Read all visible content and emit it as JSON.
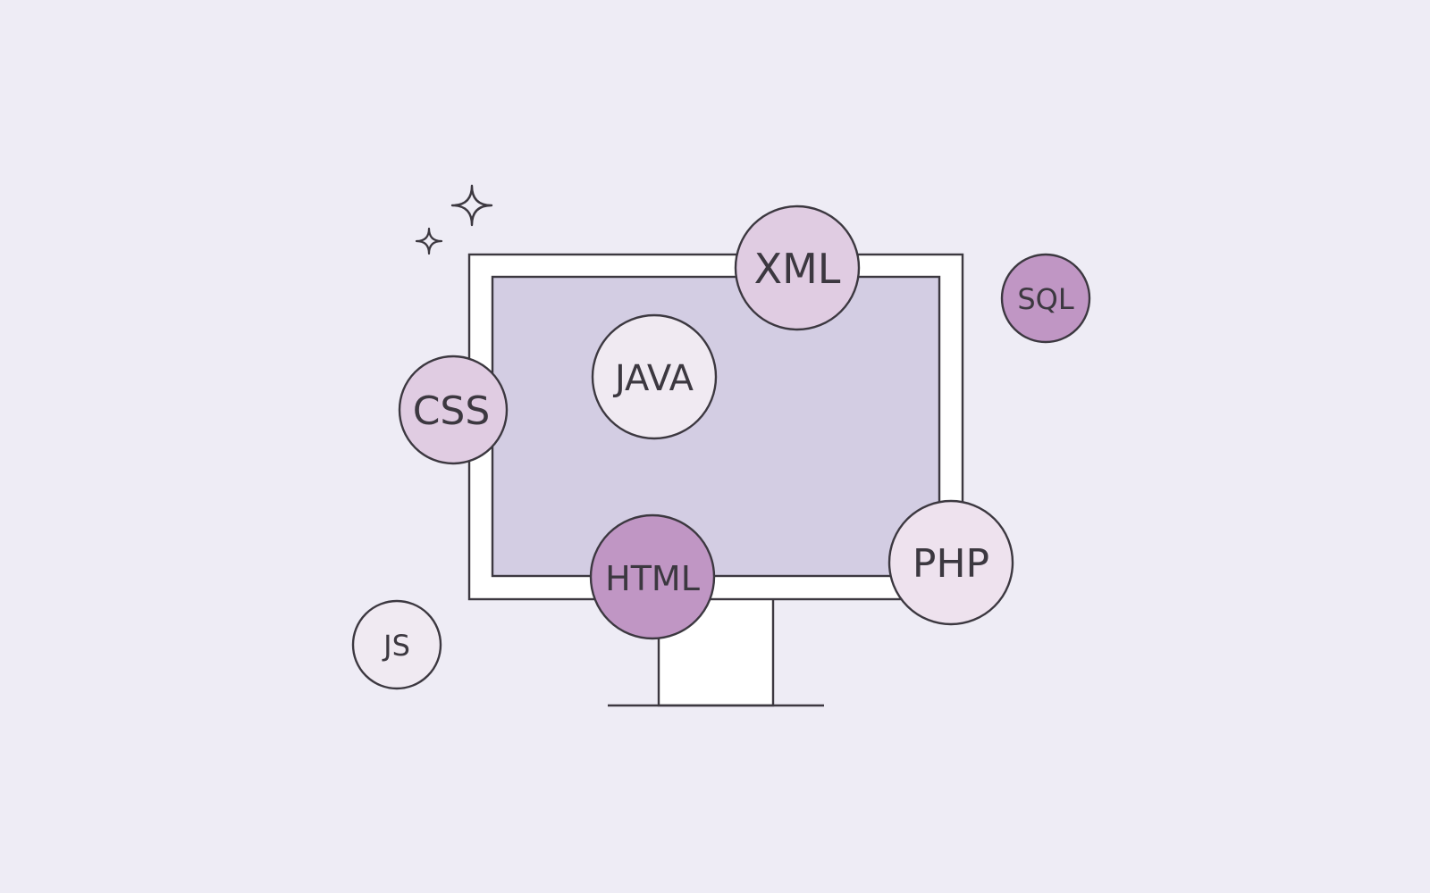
{
  "colors": {
    "background": "#EEECF5",
    "outline": "#3C3840",
    "monitor_frame": "#FFFFFF",
    "monitor_screen": "#D3CDE3",
    "bubble_pale": "#F0EAF2",
    "bubble_light": "#E0CCE2",
    "bubble_medium": "#C096C4",
    "bubble_php": "#EEE2EE"
  },
  "icons": {
    "sparkle_large": "sparkle-icon",
    "sparkle_small": "sparkle-icon"
  },
  "bubbles": {
    "xml": {
      "label": "XML",
      "fill": "bubble_light"
    },
    "sql": {
      "label": "SQL",
      "fill": "bubble_medium"
    },
    "java": {
      "label": "JAVA",
      "fill": "bubble_pale"
    },
    "css": {
      "label": "CSS",
      "fill": "bubble_light"
    },
    "html": {
      "label": "HTML",
      "fill": "bubble_medium"
    },
    "php": {
      "label": "PHP",
      "fill": "bubble_php"
    },
    "js": {
      "label": "JS",
      "fill": "bubble_pale"
    }
  }
}
